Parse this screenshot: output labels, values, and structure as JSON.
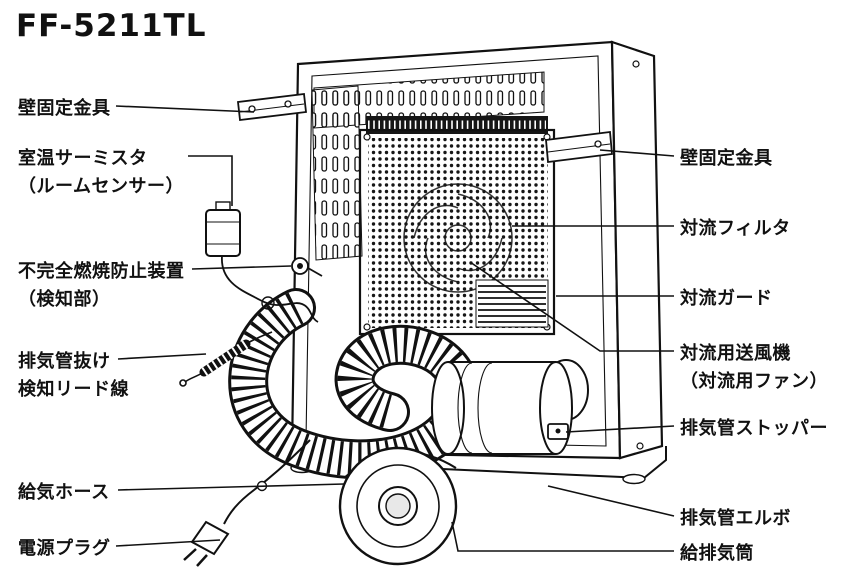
{
  "title": "FF-5211TL",
  "colors": {
    "ink": "#111111",
    "background": "#ffffff"
  },
  "diagram": {
    "left_labels": [
      {
        "id": "wall-bracket-left",
        "text": "壁固定金具"
      },
      {
        "id": "room-thermistor",
        "text": "室温サーミスタ\n（ルームセンサー）"
      },
      {
        "id": "incomplete-combustion",
        "text": "不完全燃焼防止装置\n（検知部）"
      },
      {
        "id": "exhaust-detect-lead",
        "text": "排気管抜け\n検知リード線"
      },
      {
        "id": "air-supply-hose",
        "text": "給気ホース"
      },
      {
        "id": "power-plug",
        "text": "電源プラグ"
      }
    ],
    "right_labels": [
      {
        "id": "wall-bracket-right",
        "text": "壁固定金具"
      },
      {
        "id": "convection-filter",
        "text": "対流フィルタ"
      },
      {
        "id": "convection-guard",
        "text": "対流ガード"
      },
      {
        "id": "convection-fan",
        "text": "対流用送風機\n（対流用ファン）"
      },
      {
        "id": "exhaust-pipe-stopper",
        "text": "排気管ストッパー"
      },
      {
        "id": "exhaust-pipe-elbow",
        "text": "排気管エルボ"
      },
      {
        "id": "intake-exhaust-pipe",
        "text": "給排気筒"
      }
    ]
  }
}
